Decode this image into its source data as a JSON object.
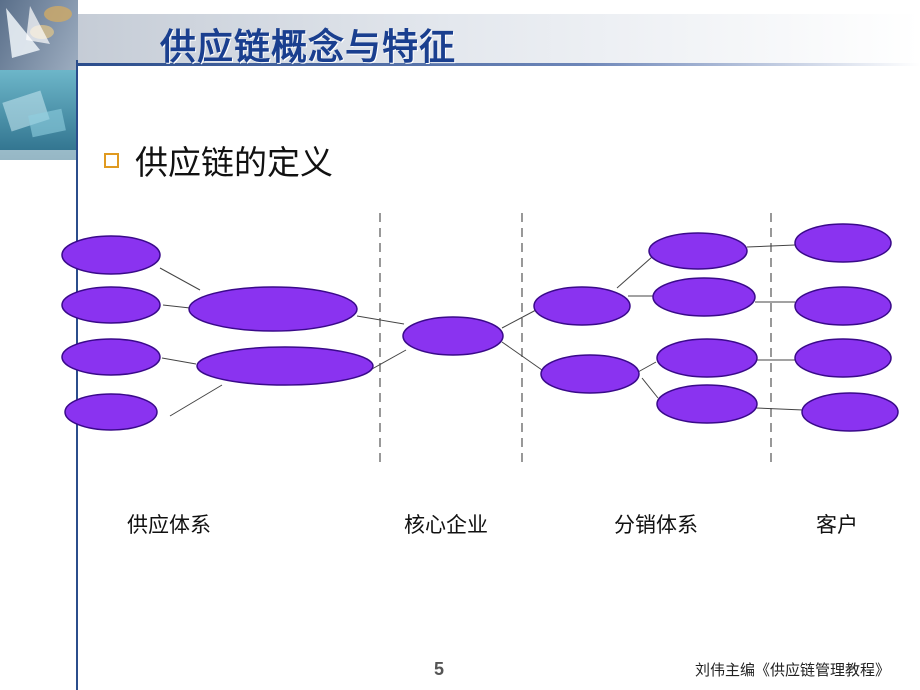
{
  "slide": {
    "title": "供应链概念与特征",
    "bullet": "供应链的定义",
    "page_number": "5",
    "footer": "刘伟主编《供应链管理教程》"
  },
  "diagram": {
    "columns": [
      "供应体系",
      "核心企业",
      "分销体系",
      "客户"
    ],
    "colors": {
      "node_fill": "#8a33f0",
      "node_stroke": "#3a0a8a",
      "line": "#444444"
    }
  }
}
